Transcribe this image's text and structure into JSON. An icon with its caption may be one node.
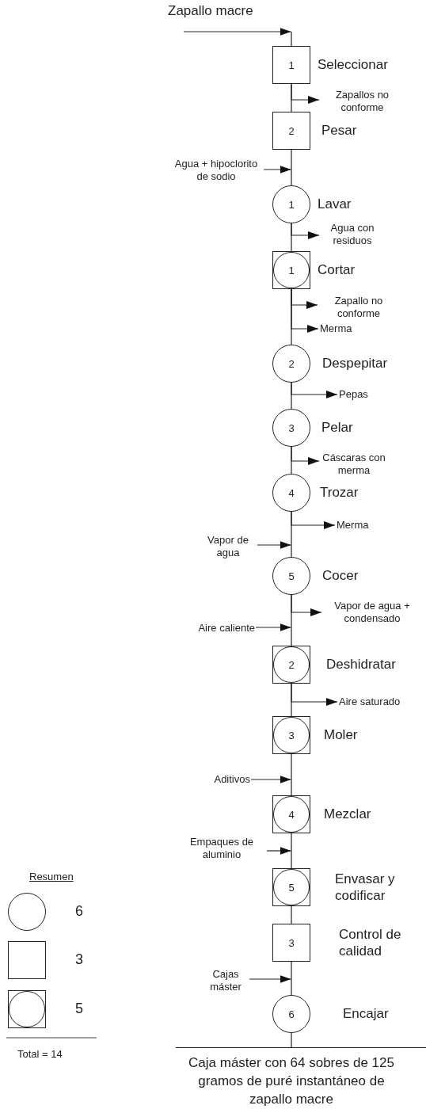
{
  "diagram": {
    "nodes": [
      {
        "text": [
          "Zapallo macre"
        ]
      },
      {
        "text": [
          "1"
        ],
        "beside": [
          "Seleccionar"
        ]
      },
      {
        "text": [
          "Zapallos no conforme"
        ]
      },
      {
        "text": [
          "2"
        ],
        "beside": [
          "Pesar"
        ]
      },
      {
        "text": [
          "Agua + hipoclorito de sodio"
        ]
      },
      {
        "text": [
          "1"
        ],
        "beside": [
          "Lavar"
        ]
      },
      {
        "text": [
          "Agua con residuos"
        ]
      },
      {
        "text": [
          "1"
        ],
        "beside": [
          "Cortar"
        ]
      },
      {
        "text": [
          "Zapallo no conforme"
        ]
      },
      {
        "text": [
          "Merma"
        ]
      },
      {
        "text": [
          "2"
        ],
        "beside": [
          "Despepitar"
        ]
      },
      {
        "text": [
          "Pepas"
        ]
      },
      {
        "text": [
          "3"
        ],
        "beside": [
          "Pelar"
        ]
      },
      {
        "text": [
          "Cáscaras con merma"
        ]
      },
      {
        "text": [
          "4"
        ],
        "beside": [
          "Trozar"
        ]
      },
      {
        "text": [
          "Merma"
        ]
      },
      {
        "text": [
          "Vapor de agua"
        ]
      },
      {
        "text": [
          "5"
        ],
        "beside": [
          "Cocer"
        ]
      },
      {
        "text": [
          "Vapor de agua + condensado"
        ]
      },
      {
        "text": [
          "Aire caliente"
        ]
      },
      {
        "text": [
          "2"
        ],
        "beside": [
          "Deshidratar"
        ]
      },
      {
        "text": [
          "Aire saturado"
        ]
      },
      {
        "text": [
          "3"
        ],
        "beside": [
          "Moler"
        ]
      },
      {
        "text": [
          "Aditivos"
        ]
      },
      {
        "text": [
          "4"
        ],
        "beside": [
          "Mezclar"
        ]
      },
      {
        "text": [
          "Empaques de aluminio"
        ]
      },
      {
        "text": [
          "5"
        ],
        "beside": [
          "Envasar y codificar"
        ]
      },
      {
        "text": [
          "3"
        ],
        "beside": [
          "Control de calidad"
        ]
      },
      {
        "text": [
          "Cajas máster"
        ]
      },
      {
        "text": [
          "6"
        ],
        "beside": [
          "Encajar"
        ]
      },
      {
        "text": [
          "Caja máster con 64 sobres de 125 gramos de puré instantáneo de zapallo macre"
        ]
      }
    ],
    "edges": [
      {
        "from": 0,
        "to": 1,
        "arrow": "to"
      },
      {
        "from": 1,
        "to": 3,
        "arrow": "none"
      },
      {
        "from": 1,
        "to": 2,
        "arrow": "to"
      },
      {
        "from": 3,
        "to": 5,
        "arrow": "none"
      },
      {
        "from": 4,
        "to": 5,
        "arrow": "to"
      },
      {
        "from": 5,
        "to": 7,
        "arrow": "none"
      },
      {
        "from": 5,
        "to": 6,
        "arrow": "to"
      },
      {
        "from": 7,
        "to": 10,
        "arrow": "none"
      },
      {
        "from": 7,
        "to": 8,
        "arrow": "to"
      },
      {
        "from": 7,
        "to": 9,
        "arrow": "to"
      },
      {
        "from": 10,
        "to": 12,
        "arrow": "none"
      },
      {
        "from": 10,
        "to": 11,
        "arrow": "to"
      },
      {
        "from": 12,
        "to": 14,
        "arrow": "none"
      },
      {
        "from": 12,
        "to": 13,
        "arrow": "to"
      },
      {
        "from": 14,
        "to": 17,
        "arrow": "none"
      },
      {
        "from": 14,
        "to": 15,
        "arrow": "to"
      },
      {
        "from": 16,
        "to": 17,
        "arrow": "to"
      },
      {
        "from": 17,
        "to": 20,
        "arrow": "none"
      },
      {
        "from": 17,
        "to": 18,
        "arrow": "to"
      },
      {
        "from": 19,
        "to": 20,
        "arrow": "to"
      },
      {
        "from": 20,
        "to": 22,
        "arrow": "none"
      },
      {
        "from": 20,
        "to": 21,
        "arrow": "to"
      },
      {
        "from": 22,
        "to": 24,
        "arrow": "none"
      },
      {
        "from": 23,
        "to": 24,
        "arrow": "to"
      },
      {
        "from": 24,
        "to": 26,
        "arrow": "none"
      },
      {
        "from": 25,
        "to": 26,
        "arrow": "to"
      },
      {
        "from": 26,
        "to": 27,
        "arrow": "none"
      },
      {
        "from": 27,
        "to": 29,
        "arrow": "none"
      },
      {
        "from": 28,
        "to": 29,
        "arrow": "to"
      },
      {
        "from": 29,
        "to": 30,
        "arrow": "none"
      }
    ],
    "labels": [
      "Resumen",
      "Total = 14"
    ],
    "legend": [
      {
        "text": "6"
      },
      {
        "text": "3"
      },
      {
        "text": "5"
      }
    ]
  }
}
